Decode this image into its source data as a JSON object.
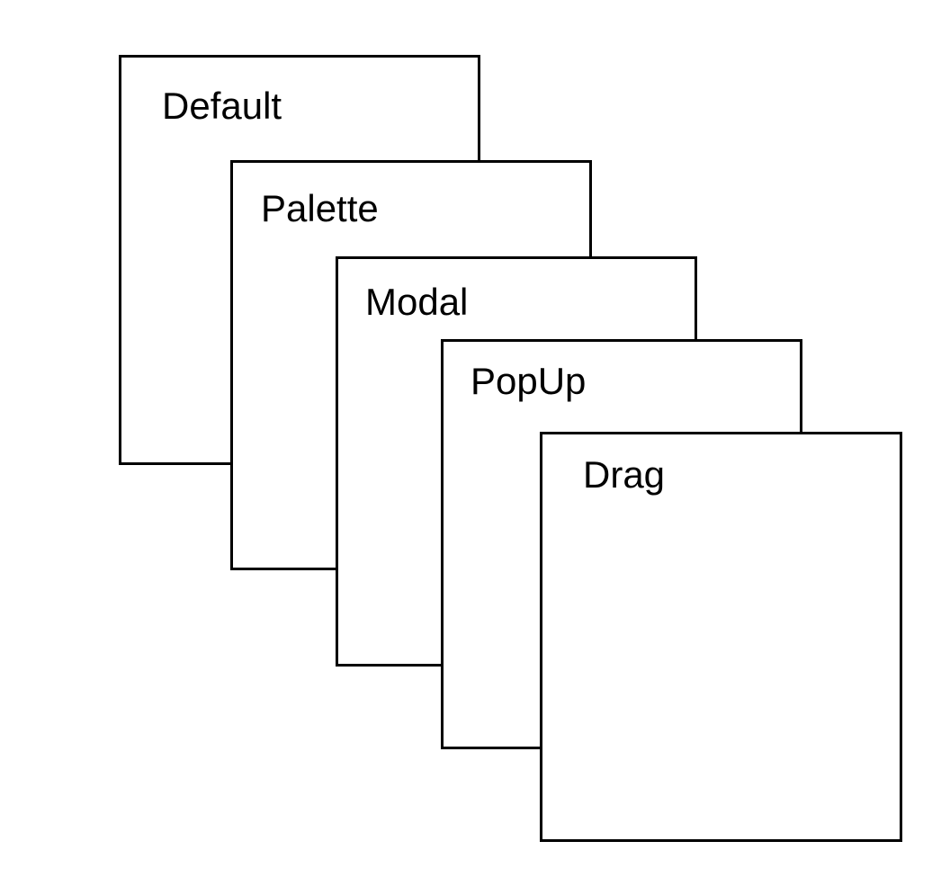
{
  "layers": [
    {
      "id": "default",
      "label": "Default"
    },
    {
      "id": "palette",
      "label": "Palette"
    },
    {
      "id": "modal",
      "label": "Modal"
    },
    {
      "id": "popup",
      "label": "PopUp"
    },
    {
      "id": "drag",
      "label": "Drag"
    }
  ],
  "colors": {
    "stroke": "#000000",
    "background": "#ffffff",
    "text": "#000000"
  }
}
